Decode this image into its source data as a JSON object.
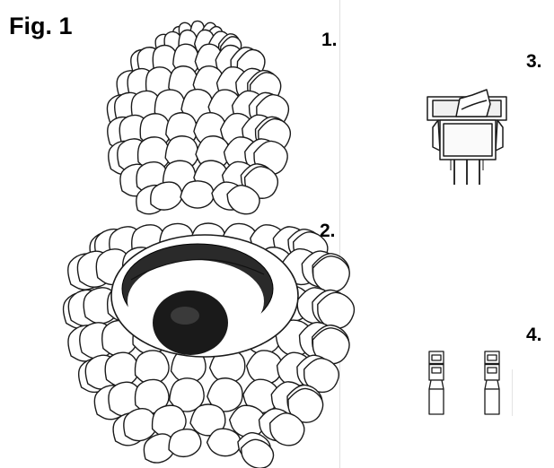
{
  "figure": {
    "title": "Fig. 1",
    "items": [
      {
        "number": "1.",
        "icon": "closed-pine-cone-icon"
      },
      {
        "number": "2.",
        "icon": "hollowed-pine-cone-icon"
      },
      {
        "number": "3.",
        "icon": "rocker-switch-icon"
      },
      {
        "number": "4.",
        "icon": "spade-connector-icon"
      }
    ]
  }
}
